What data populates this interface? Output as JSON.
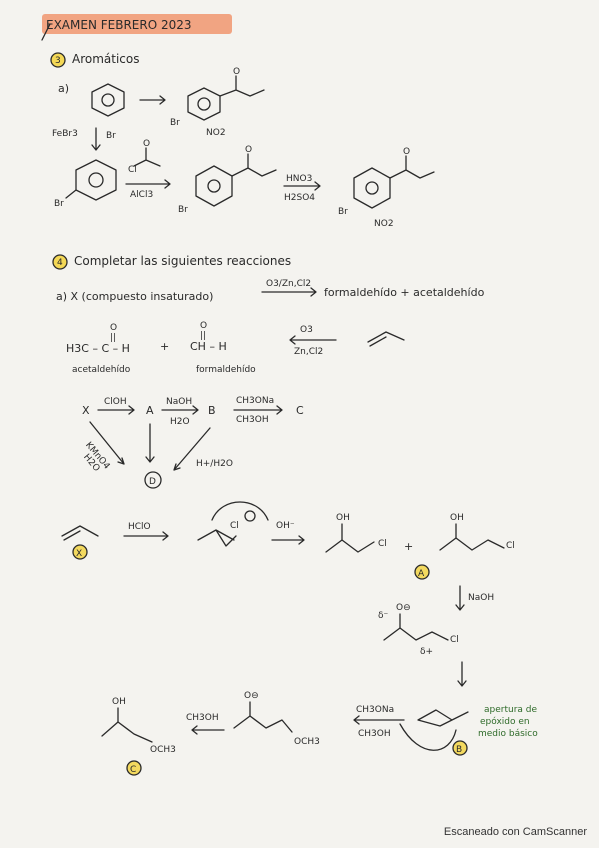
{
  "header": {
    "title": "EXAMEN FEBRERO 2023"
  },
  "section3": {
    "number": "3",
    "title": "Aromáticos",
    "part_a": "a)",
    "reagent_febr3": "FeBr3",
    "reagent_br": "Br",
    "reagent_alcl3": "AlCl3",
    "reagent_hno3": "HNO3",
    "reagent_h2so4": "H2SO4",
    "br": "Br",
    "no2": "NO2",
    "cl": "Cl",
    "o": "O"
  },
  "section4": {
    "number": "4",
    "title": "Completar las siguientes reacciones",
    "part_a": "a) X (compuesto insaturado)",
    "reagent_o3": "O3/Zn,Cl2",
    "products": "formaldehído + acetaldehído",
    "acetaldehyde_formula": "H3C – C – H",
    "formaldehyde_formula": "CH – H",
    "acetaldehyde_name": "acetaldehído",
    "formaldehyde_name": "formaldehído",
    "plus": "+",
    "reagent_o3_b": "O3",
    "reagent_zn": "Zn,Cl2",
    "o_top": "O",
    "double_bond": "||"
  },
  "scheme": {
    "x": "X",
    "a": "A",
    "b": "B",
    "c": "C",
    "d": "D",
    "clo": "ClOH",
    "naoh": "NaOH",
    "h2o": "H2O",
    "ch3ona": "CH3ONa",
    "ch3oh": "CH3OH",
    "kmno4": "KMnO4",
    "h2o_b": "H2O",
    "h_h2o": "H+/H2O",
    "hclo": "HClO",
    "oh_minus": "OH⁻",
    "cl": "Cl",
    "oh": "OH",
    "plus": "+",
    "naoh_b": "NaOH",
    "delta_minus": "δ⁻",
    "delta_plus": "δ+",
    "o_minus": "O⊖",
    "apertura": "apertura de",
    "epoxido": "epóxido en",
    "medio": "medio básico",
    "ch3ona_b": "CH3ONa",
    "ch3oh_b": "CH3OH",
    "ch3oh_c": "CH3OH",
    "och3": "OCH3",
    "och3_b": "OCH3",
    "oh_c": "OH"
  },
  "footer": {
    "scanner": "Escaneado con CamScanner"
  }
}
